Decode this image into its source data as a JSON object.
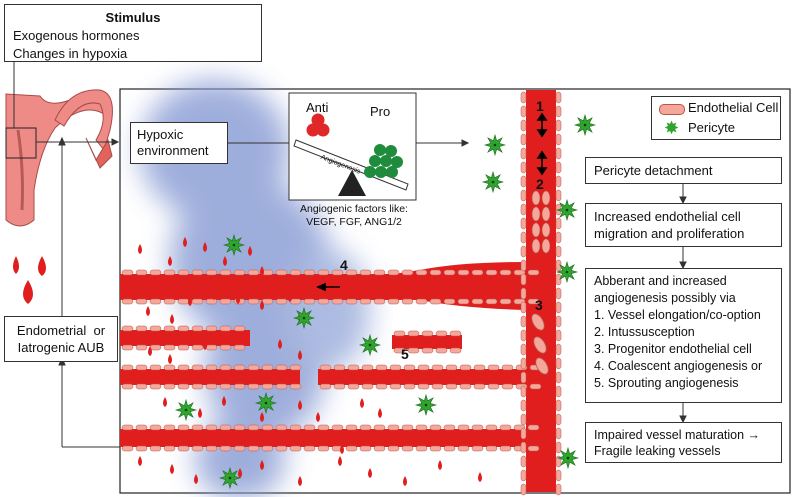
{
  "stimulus": {
    "title": "Stimulus",
    "lines": [
      "Exogenous hormones",
      "Changes in hypoxia"
    ]
  },
  "hypoxic_box": {
    "lines": [
      "Hypoxic",
      "environment"
    ]
  },
  "endometrial_box": {
    "lines": [
      "Endometrial  or",
      "Iatrogenic AUB"
    ]
  },
  "balance": {
    "anti_label": "Anti",
    "pro_label": "Pro",
    "beam_label": "Angiogenesis",
    "factors_lines": [
      "Angiogenic factors like:",
      "VEGF, FGF, ANG1/2"
    ]
  },
  "legend": {
    "endothelial_label": "Endothelial Cell",
    "pericyte_label": "Pericyte"
  },
  "steps": {
    "s1": "Pericyte detachment",
    "s2": [
      "Increased endothelial cell",
      "migration and proliferation"
    ],
    "s3": [
      "Abberant and increased",
      "angiogenesis possibly via",
      "1. Vessel elongation/co-option",
      "2. Intussusception",
      "3. Progenitor endothelial cell",
      "4. Coalescent angiogenesis or",
      "5. Sprouting angiogenesis"
    ],
    "s4": [
      "Impaired vessel maturation →",
      "Fragile leaking vessels"
    ]
  },
  "markers": [
    "1",
    "2",
    "3",
    "4",
    "5"
  ],
  "colors": {
    "vessel_red": "#e01e1e",
    "endothelial_pink": "#f4a79a",
    "pericyte_green": "#2fa52f",
    "anti_red": "#e02828",
    "pro_green": "#1e8c3c",
    "hypoxia_blue": "#6f86c8",
    "uterus_pink": "#ee8b86"
  }
}
